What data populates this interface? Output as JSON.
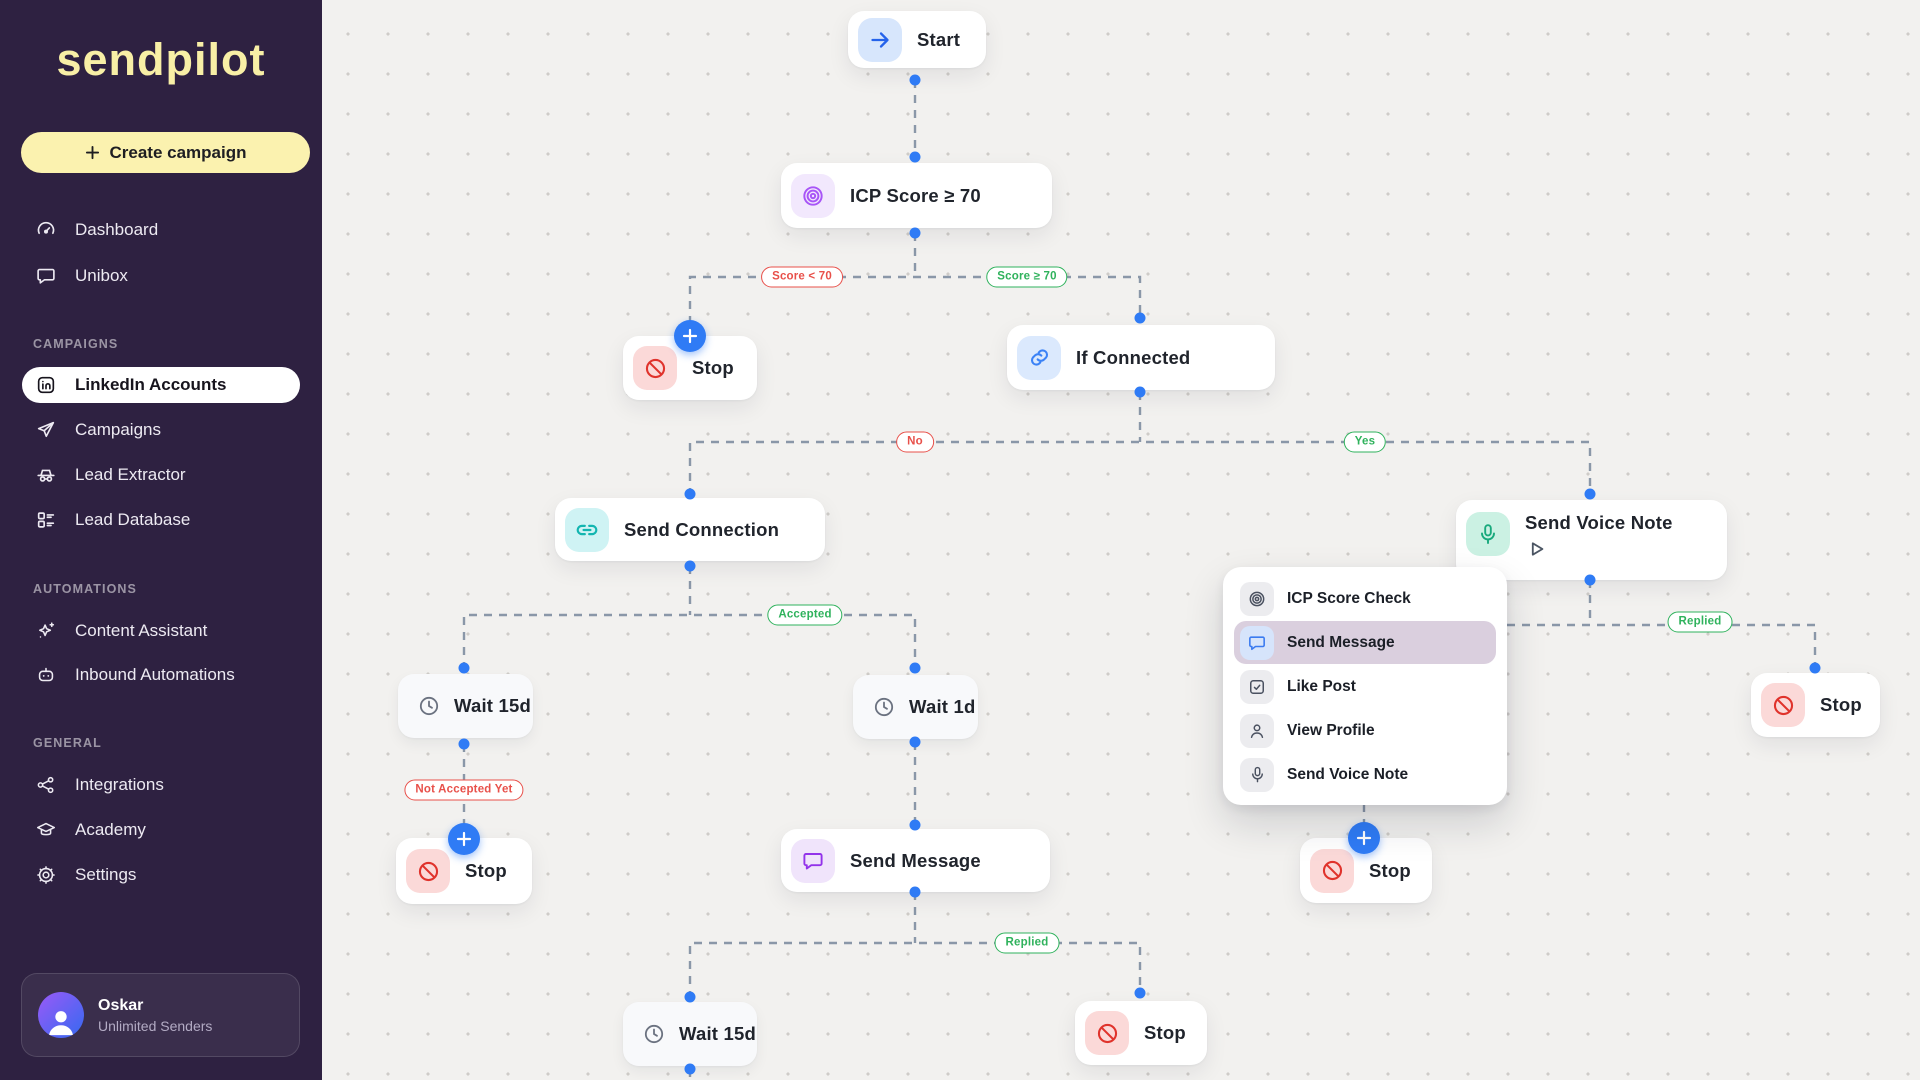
{
  "sidebar": {
    "logo": "sendpilot",
    "create_campaign": "Create campaign",
    "section_headers": {
      "campaigns": "CAMPAIGNS",
      "automations": "AUTOMATIONS",
      "general": "GENERAL"
    },
    "items": {
      "dashboard": "Dashboard",
      "unibox": "Unibox",
      "linkedin_accounts": "LinkedIn Accounts",
      "campaigns": "Campaigns",
      "lead_extractor": "Lead Extractor",
      "lead_database": "Lead Database",
      "content_assistant": "Content Assistant",
      "inbound_automations": "Inbound Automations",
      "integrations": "Integrations",
      "academy": "Academy",
      "settings": "Settings"
    },
    "user": {
      "name": "Oskar",
      "plan": "Unlimited Senders"
    }
  },
  "flow": {
    "nodes": {
      "start": "Start",
      "icp": "ICP Score ≥ 70",
      "if_connected": "If Connected",
      "send_connection": "Send Connection",
      "send_voice_note": "Send Voice Note",
      "send_message": "Send Message",
      "wait_15d": "Wait 15d",
      "wait_1d": "Wait 1d",
      "stop": "Stop"
    },
    "edge_labels": {
      "score_lt": "Score < 70",
      "score_gte": "Score ≥ 70",
      "no": "No",
      "yes": "Yes",
      "accepted": "Accepted",
      "not_accepted": "Not Accepted Yet",
      "replied": "Replied"
    },
    "menu": {
      "items": [
        {
          "label": "ICP Score Check",
          "icon": "target-icon",
          "selected": false
        },
        {
          "label": "Send Message",
          "icon": "chat-icon",
          "selected": true
        },
        {
          "label": "Like Post",
          "icon": "checkbox-icon",
          "selected": false
        },
        {
          "label": "View Profile",
          "icon": "person-icon",
          "selected": false
        },
        {
          "label": "Send Voice Note",
          "icon": "mic-icon",
          "selected": false
        }
      ]
    }
  },
  "colors": {
    "accent_blue": "#2F7BF5",
    "sidebar_bg": "#2E2141",
    "brand_yellow": "#F8EFA6",
    "danger_red": "#E8504A",
    "success_green": "#2FB25C",
    "edge_gray": "#8A97A8"
  }
}
